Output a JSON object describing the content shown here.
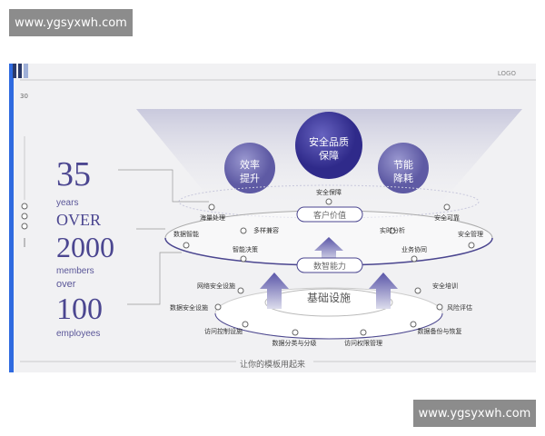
{
  "watermark": {
    "top": "www.ygsyxwh.com",
    "bottom": "www.ygsyxwh.com"
  },
  "slide": {
    "logo": "LOGO",
    "page_number": "30",
    "footer": "让你的模板用起来",
    "stats": [
      {
        "number": "35",
        "unit": "years"
      },
      {
        "prefix": "OVER",
        "number": "2000",
        "unit": "members"
      },
      {
        "prefix": "over",
        "number": "100",
        "unit": "employees"
      }
    ],
    "circles": [
      {
        "label1": "效率",
        "label2": "提升"
      },
      {
        "label1": "安全品质",
        "label2": "保障"
      },
      {
        "label1": "节能",
        "label2": "降耗"
      }
    ],
    "layers": {
      "customer_value": "客户价值",
      "data_intelligence": "数智能力",
      "infrastructure": "基础设施"
    },
    "top_nodes": [
      "安全保障",
      "海量处理",
      "安全可靠"
    ],
    "middle_nodes": [
      "数据智能",
      "多样兼容",
      "实时分析",
      "安全管理",
      "智能决策",
      "业务协同"
    ],
    "bottom_nodes": [
      "网络安全设施",
      "数据安全设施",
      "访问控制设施",
      "数据分类与分级",
      "访问权限管理",
      "数据备份与恢复",
      "风险评估",
      "安全培训"
    ],
    "colors": {
      "accent": "#4b4690",
      "bar": "#2f6ae0"
    }
  }
}
